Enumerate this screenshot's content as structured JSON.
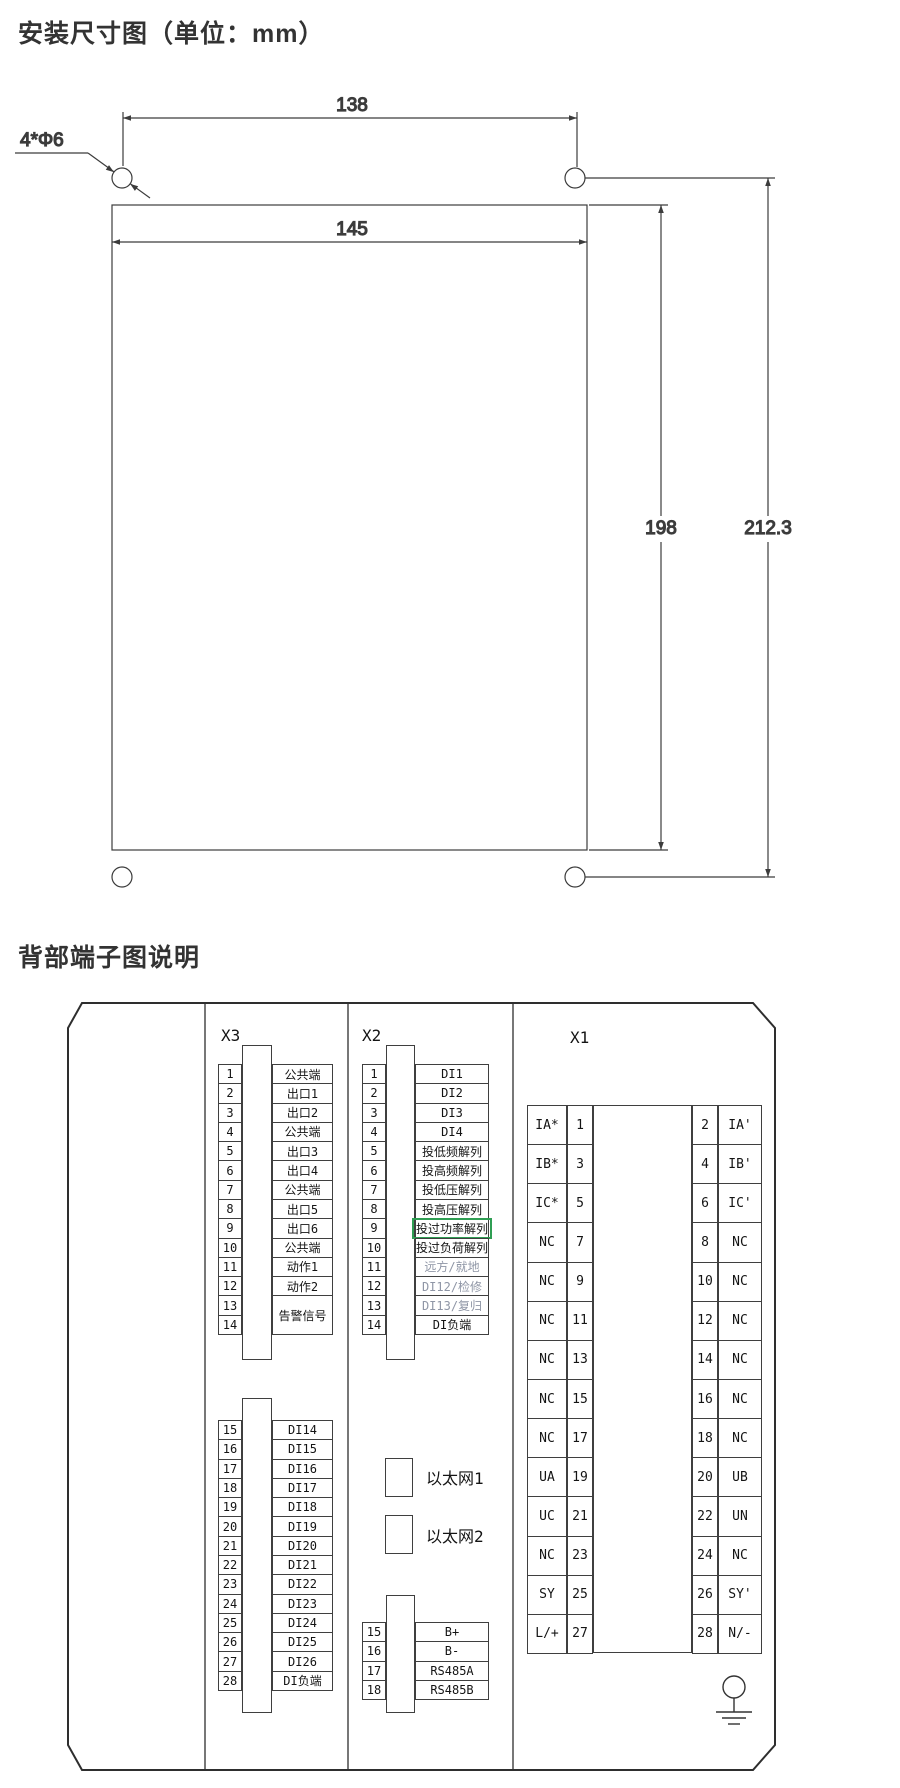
{
  "installation": {
    "title": "安装尺寸图（单位：mm）",
    "hole_note": "4*Φ6",
    "dim_hole_spacing": "138",
    "dim_panel_width": "145",
    "dim_panel_height": "198",
    "dim_overall_height": "212.3"
  },
  "terminal": {
    "title": "背部端子图说明",
    "colors": {
      "highlight_outline": "#2f9e53",
      "muted_text": "#8f96a6",
      "line": "#3c3c3c"
    },
    "x3": {
      "label": "X3",
      "upper_numbers": [
        "1",
        "2",
        "3",
        "4",
        "5",
        "6",
        "7",
        "8",
        "9",
        "10",
        "11",
        "12",
        "13",
        "14"
      ],
      "upper_labels": [
        {
          "text": "公共端"
        },
        {
          "text": "出口1"
        },
        {
          "text": "出口2"
        },
        {
          "text": "公共端"
        },
        {
          "text": "出口3"
        },
        {
          "text": "出口4"
        },
        {
          "text": "公共端"
        },
        {
          "text": "出口5"
        },
        {
          "text": "出口6"
        },
        {
          "text": "公共端"
        },
        {
          "text": "动作1"
        },
        {
          "text": "动作2"
        },
        {
          "text": "告警信号",
          "span": 2
        }
      ],
      "lower_numbers": [
        "15",
        "16",
        "17",
        "18",
        "19",
        "20",
        "21",
        "22",
        "23",
        "24",
        "25",
        "26",
        "27",
        "28"
      ],
      "lower_labels": [
        {
          "text": "DI14"
        },
        {
          "text": "DI15"
        },
        {
          "text": "DI16"
        },
        {
          "text": "DI17"
        },
        {
          "text": "DI18"
        },
        {
          "text": "DI19"
        },
        {
          "text": "DI20"
        },
        {
          "text": "DI21"
        },
        {
          "text": "DI22"
        },
        {
          "text": "DI23"
        },
        {
          "text": "DI24"
        },
        {
          "text": "DI25"
        },
        {
          "text": "DI26"
        },
        {
          "text": "DI负端"
        }
      ]
    },
    "x2": {
      "label": "X2",
      "upper_numbers": [
        "1",
        "2",
        "3",
        "4",
        "5",
        "6",
        "7",
        "8",
        "9",
        "10",
        "11",
        "12",
        "13",
        "14"
      ],
      "upper_labels": [
        {
          "text": "DI1"
        },
        {
          "text": "DI2"
        },
        {
          "text": "DI3"
        },
        {
          "text": "DI4"
        },
        {
          "text": "投低频解列"
        },
        {
          "text": "投高频解列"
        },
        {
          "text": "投低压解列"
        },
        {
          "text": "投高压解列"
        },
        {
          "text": "投过功率解列",
          "highlight": true
        },
        {
          "text": "投过负荷解列"
        },
        {
          "text": "远方/就地",
          "muted": true
        },
        {
          "text": "DI12/检修",
          "muted": true
        },
        {
          "text": "DI13/复归",
          "muted": true
        },
        {
          "text": "DI负端"
        }
      ],
      "ethernet_labels": [
        "以太网1",
        "以太网2"
      ],
      "lower_numbers": [
        "15",
        "16",
        "17",
        "18"
      ],
      "lower_labels": [
        {
          "text": "B+"
        },
        {
          "text": "B-"
        },
        {
          "text": "RS485A"
        },
        {
          "text": "RS485B"
        }
      ]
    },
    "x1": {
      "label": "X1",
      "rows": [
        {
          "l_label": "IA*",
          "l_num": "1",
          "r_num": "2",
          "r_label": "IA'"
        },
        {
          "l_label": "IB*",
          "l_num": "3",
          "r_num": "4",
          "r_label": "IB'"
        },
        {
          "l_label": "IC*",
          "l_num": "5",
          "r_num": "6",
          "r_label": "IC'"
        },
        {
          "l_label": "NC",
          "l_num": "7",
          "r_num": "8",
          "r_label": "NC"
        },
        {
          "l_label": "NC",
          "l_num": "9",
          "r_num": "10",
          "r_label": "NC"
        },
        {
          "l_label": "NC",
          "l_num": "11",
          "r_num": "12",
          "r_label": "NC"
        },
        {
          "l_label": "NC",
          "l_num": "13",
          "r_num": "14",
          "r_label": "NC"
        },
        {
          "l_label": "NC",
          "l_num": "15",
          "r_num": "16",
          "r_label": "NC"
        },
        {
          "l_label": "NC",
          "l_num": "17",
          "r_num": "18",
          "r_label": "NC"
        },
        {
          "l_label": "UA",
          "l_num": "19",
          "r_num": "20",
          "r_label": "UB"
        },
        {
          "l_label": "UC",
          "l_num": "21",
          "r_num": "22",
          "r_label": "UN"
        },
        {
          "l_label": "NC",
          "l_num": "23",
          "r_num": "24",
          "r_label": "NC"
        },
        {
          "l_label": "SY",
          "l_num": "25",
          "r_num": "26",
          "r_label": "SY'"
        },
        {
          "l_label": "L/+",
          "l_num": "27",
          "r_num": "28",
          "r_label": "N/-"
        }
      ]
    }
  }
}
